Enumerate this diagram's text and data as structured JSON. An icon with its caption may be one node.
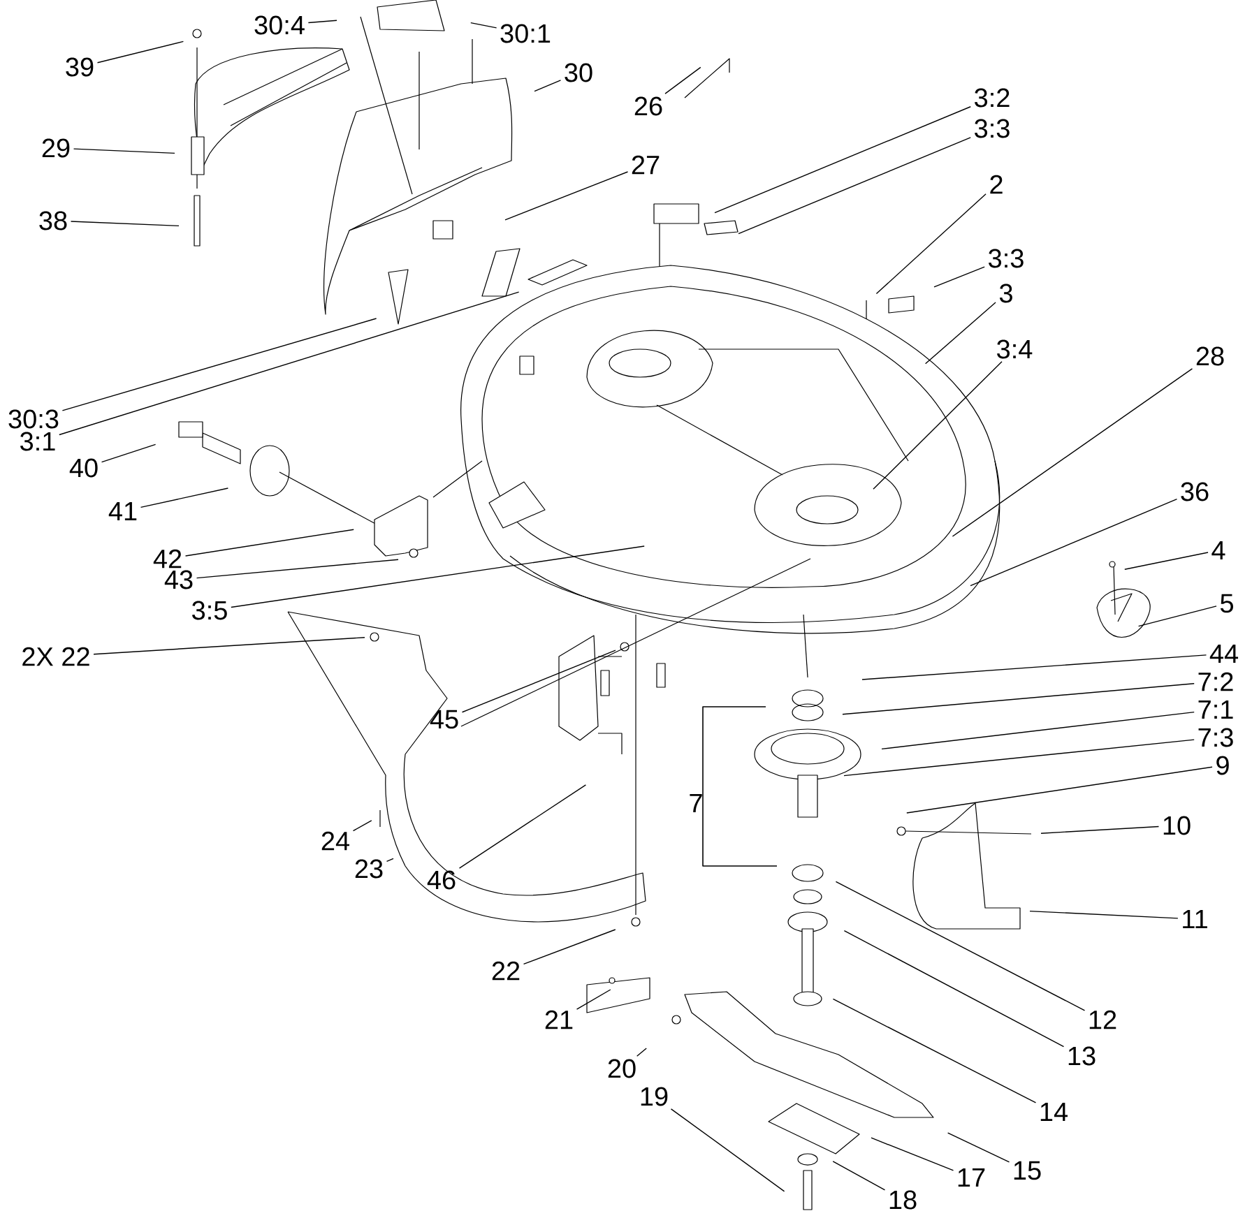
{
  "diagram": {
    "nodes": [
      {
        "text": [
          "39"
        ]
      },
      {
        "text": [
          "30:4"
        ]
      },
      {
        "text": [
          "30:1"
        ]
      },
      {
        "text": [
          "30"
        ]
      },
      {
        "text": [
          "26"
        ]
      },
      {
        "text": [
          "29"
        ]
      },
      {
        "text": [
          "27"
        ]
      },
      {
        "text": [
          "3:2"
        ]
      },
      {
        "text": [
          "3:3"
        ]
      },
      {
        "text": [
          "38"
        ]
      },
      {
        "text": [
          "2"
        ]
      },
      {
        "text": [
          "3:3"
        ]
      },
      {
        "text": [
          "3"
        ]
      },
      {
        "text": [
          "3:4"
        ]
      },
      {
        "text": [
          "28"
        ]
      },
      {
        "text": [
          "30:3"
        ]
      },
      {
        "text": [
          "3:1"
        ]
      },
      {
        "text": [
          "40"
        ]
      },
      {
        "text": [
          "41"
        ]
      },
      {
        "text": [
          "42"
        ]
      },
      {
        "text": [
          "43"
        ]
      },
      {
        "text": [
          "3:5"
        ]
      },
      {
        "text": [
          "36"
        ]
      },
      {
        "text": [
          "4"
        ]
      },
      {
        "text": [
          "5"
        ]
      },
      {
        "text": [
          "2X 22"
        ]
      },
      {
        "text": [
          "45"
        ]
      },
      {
        "text": [
          "44"
        ]
      },
      {
        "text": [
          "7:2"
        ]
      },
      {
        "text": [
          "7:1"
        ]
      },
      {
        "text": [
          "7:3"
        ]
      },
      {
        "text": [
          "9"
        ]
      },
      {
        "text": [
          "10"
        ]
      },
      {
        "text": [
          "11"
        ]
      },
      {
        "text": [
          "12"
        ]
      },
      {
        "text": [
          "13"
        ]
      },
      {
        "text": [
          "14"
        ]
      },
      {
        "text": [
          "15"
        ]
      },
      {
        "text": [
          "17"
        ]
      },
      {
        "text": [
          "18"
        ]
      },
      {
        "text": [
          "19"
        ]
      },
      {
        "text": [
          "24"
        ]
      },
      {
        "text": [
          "23"
        ]
      },
      {
        "text": [
          "46"
        ]
      },
      {
        "text": [
          "22"
        ]
      },
      {
        "text": [
          "21"
        ]
      },
      {
        "text": [
          "20"
        ]
      }
    ],
    "edges": [
      {
        "from": 0,
        "to": null,
        "arrow": "none"
      },
      {
        "from": 1,
        "to": null,
        "arrow": "none"
      },
      {
        "from": 2,
        "to": null,
        "arrow": "none"
      },
      {
        "from": 3,
        "to": null,
        "arrow": "none"
      },
      {
        "from": 4,
        "to": null,
        "arrow": "none"
      },
      {
        "from": 5,
        "to": null,
        "arrow": "none"
      },
      {
        "from": 6,
        "to": null,
        "arrow": "none"
      },
      {
        "from": 7,
        "to": null,
        "arrow": "none"
      },
      {
        "from": 8,
        "to": null,
        "arrow": "none"
      },
      {
        "from": 9,
        "to": null,
        "arrow": "none"
      },
      {
        "from": 10,
        "to": null,
        "arrow": "none"
      },
      {
        "from": 11,
        "to": null,
        "arrow": "none"
      },
      {
        "from": 12,
        "to": null,
        "arrow": "none"
      },
      {
        "from": 13,
        "to": null,
        "arrow": "none"
      },
      {
        "from": 14,
        "to": null,
        "arrow": "none"
      },
      {
        "from": 15,
        "to": null,
        "arrow": "none"
      },
      {
        "from": 16,
        "to": null,
        "arrow": "none"
      },
      {
        "from": 17,
        "to": null,
        "arrow": "none"
      },
      {
        "from": 18,
        "to": null,
        "arrow": "none"
      },
      {
        "from": 19,
        "to": null,
        "arrow": "none"
      },
      {
        "from": 20,
        "to": null,
        "arrow": "none"
      },
      {
        "from": 21,
        "to": null,
        "arrow": "none"
      },
      {
        "from": 22,
        "to": null,
        "arrow": "none"
      },
      {
        "from": 23,
        "to": null,
        "arrow": "none"
      },
      {
        "from": 24,
        "to": null,
        "arrow": "none"
      },
      {
        "from": 25,
        "to": null,
        "arrow": "none"
      },
      {
        "from": 26,
        "to": null,
        "arrow": "none"
      },
      {
        "from": 27,
        "to": null,
        "arrow": "none"
      },
      {
        "from": 28,
        "to": null,
        "arrow": "none"
      },
      {
        "from": 29,
        "to": null,
        "arrow": "none"
      },
      {
        "from": 30,
        "to": null,
        "arrow": "none"
      },
      {
        "from": 31,
        "to": null,
        "arrow": "none"
      },
      {
        "from": 32,
        "to": null,
        "arrow": "none"
      },
      {
        "from": 33,
        "to": null,
        "arrow": "none"
      },
      {
        "from": 34,
        "to": null,
        "arrow": "none"
      },
      {
        "from": 35,
        "to": null,
        "arrow": "none"
      },
      {
        "from": 36,
        "to": null,
        "arrow": "none"
      },
      {
        "from": 37,
        "to": null,
        "arrow": "none"
      },
      {
        "from": 38,
        "to": null,
        "arrow": "none"
      },
      {
        "from": 39,
        "to": null,
        "arrow": "none"
      },
      {
        "from": 40,
        "to": null,
        "arrow": "none"
      },
      {
        "from": 41,
        "to": null,
        "arrow": "none"
      },
      {
        "from": 42,
        "to": null,
        "arrow": "none"
      },
      {
        "from": 43,
        "to": null,
        "arrow": "none"
      },
      {
        "from": 44,
        "to": null,
        "arrow": "none"
      },
      {
        "from": 45,
        "to": null,
        "arrow": "none"
      },
      {
        "from": 46,
        "to": null,
        "arrow": "none"
      }
    ],
    "labels": [
      "7"
    ]
  }
}
